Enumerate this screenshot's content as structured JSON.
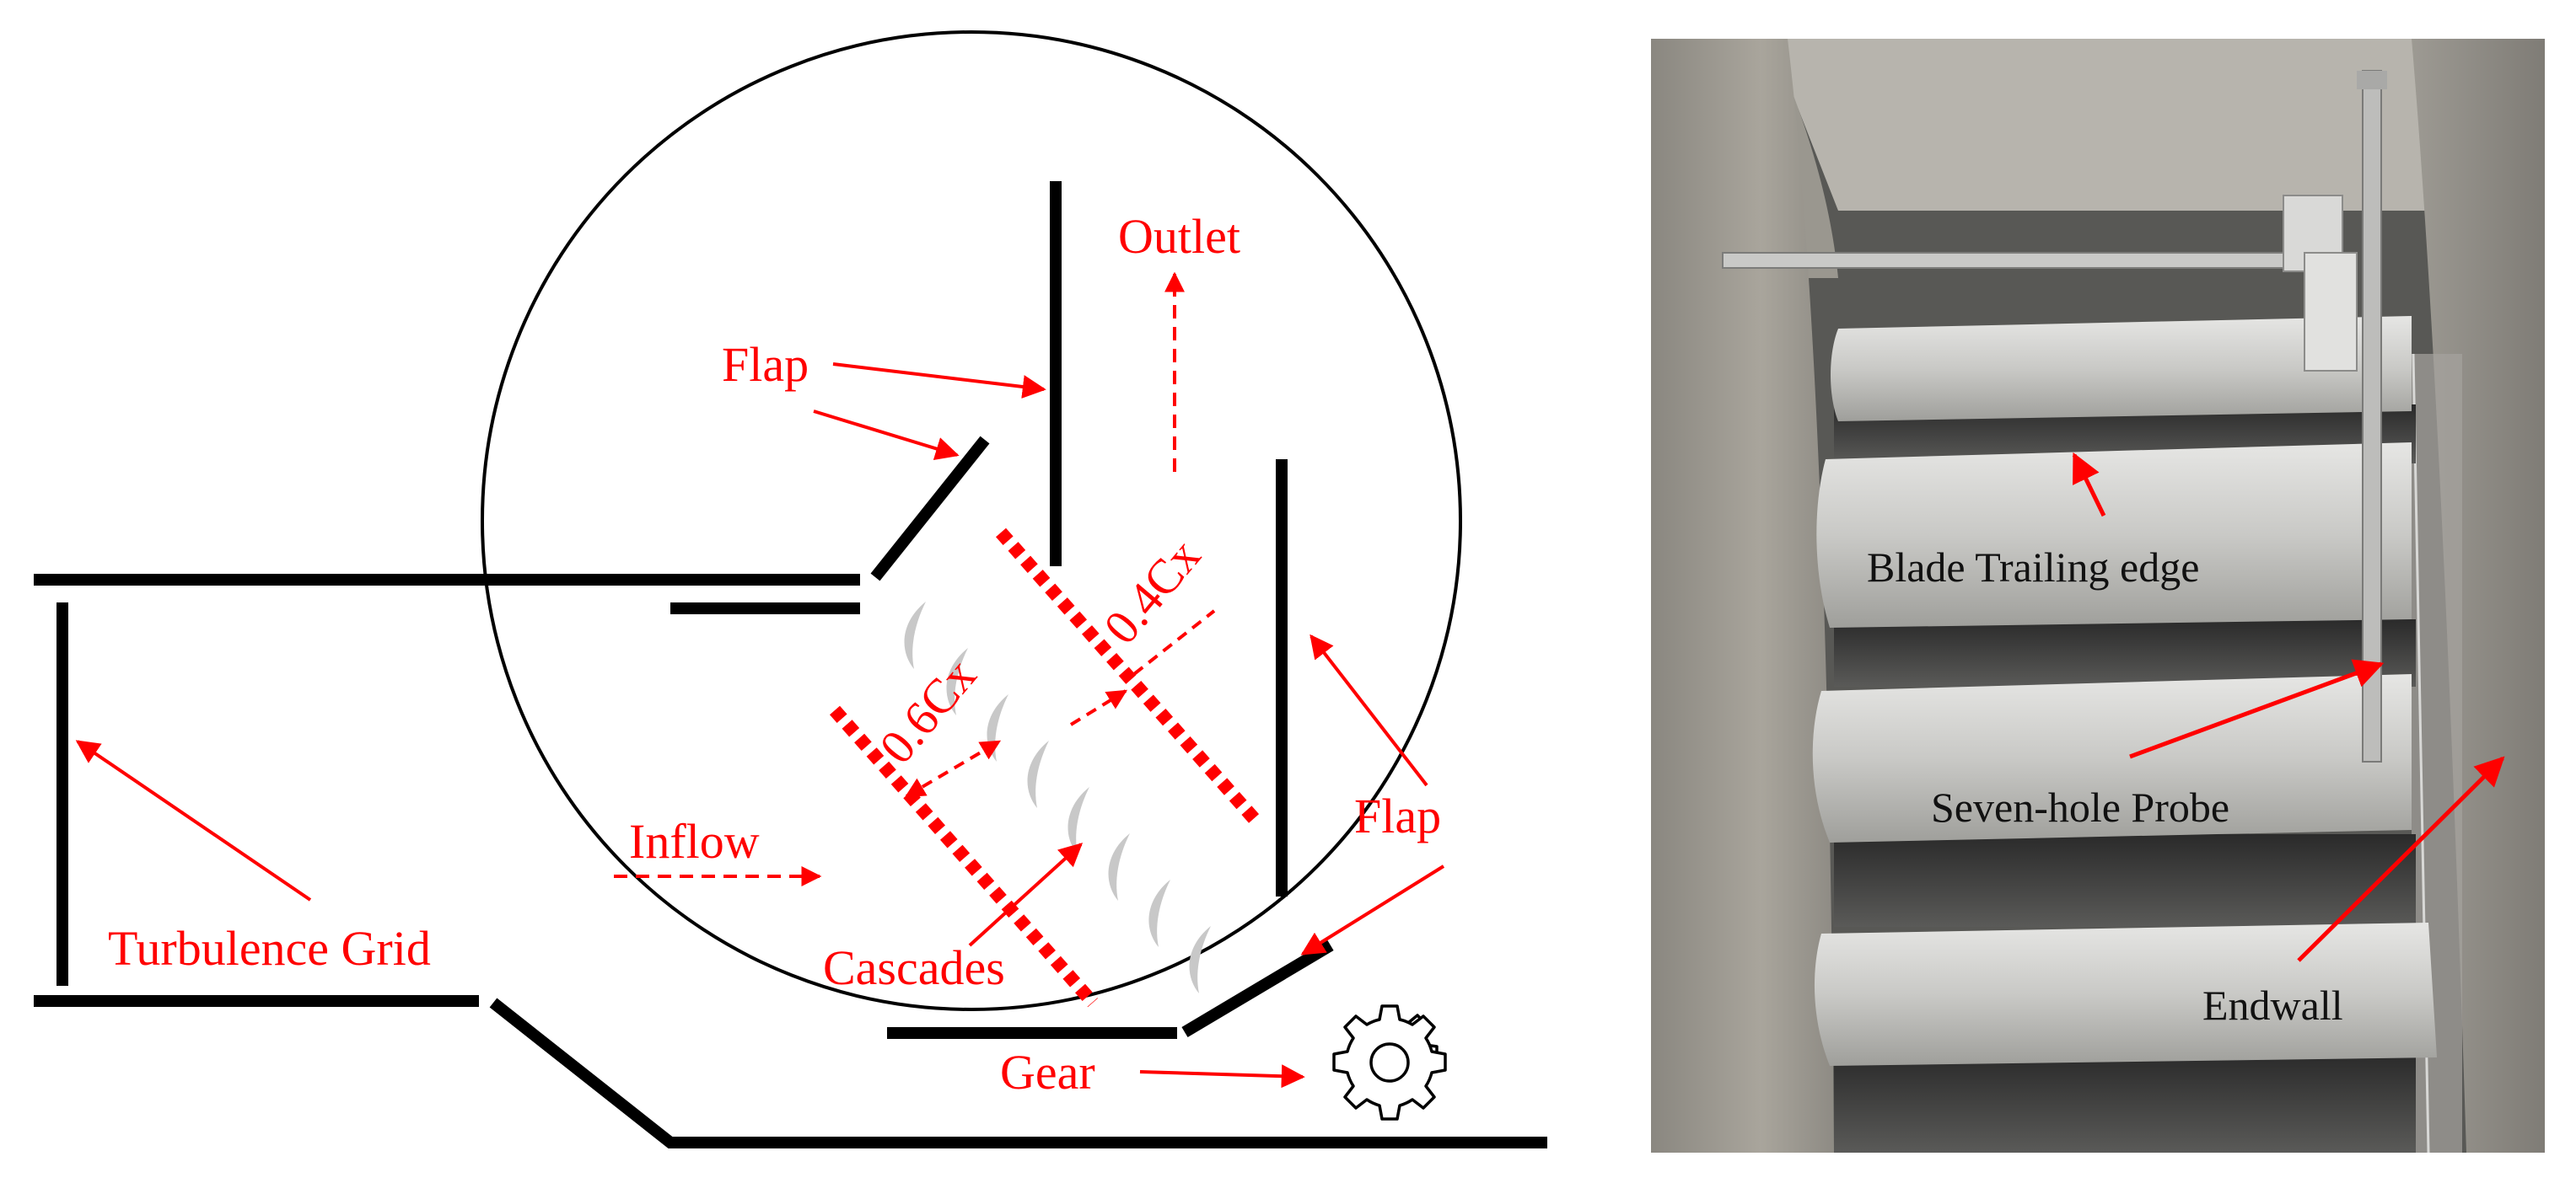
{
  "diagram": {
    "labels": {
      "outlet": "Outlet",
      "flap_upper": "Flap",
      "flap_right": "Flap",
      "inflow": "Inflow",
      "turbulence_grid": "Turbulence Grid",
      "cascades": "Cascades",
      "gear": "Gear",
      "plane_06": "0.6Cx",
      "plane_04": "0.4Cx"
    },
    "colors": {
      "annotation": "#ff0000",
      "structure": "#000000",
      "blade": "#c8c8c8"
    },
    "icons": [
      "gear-icon"
    ]
  },
  "photo": {
    "labels": {
      "trailing_edge": "Blade Trailing edge",
      "probe": "Seven-hole Probe",
      "endwall": "Endwall"
    },
    "colors": {
      "arrow": "#ff0000",
      "label": "#111111"
    }
  }
}
